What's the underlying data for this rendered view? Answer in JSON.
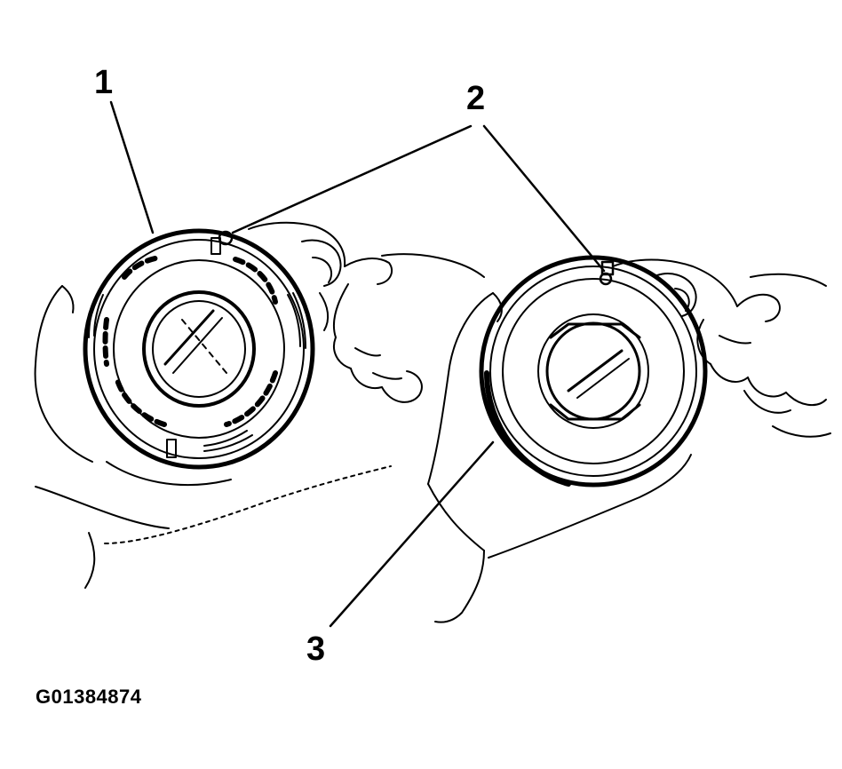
{
  "figure": {
    "id": "G01384874",
    "callouts": [
      {
        "label": "1"
      },
      {
        "label": "2"
      },
      {
        "label": "3"
      }
    ],
    "ink_color": "#000000",
    "background": "#ffffff"
  }
}
